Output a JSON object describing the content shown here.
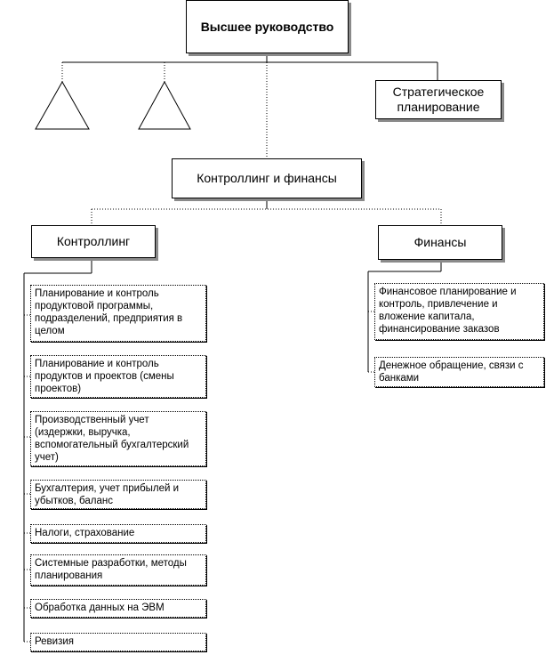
{
  "top": {
    "label": "Высшее руководство"
  },
  "strategic": {
    "label": "Стратегическое планирование"
  },
  "controlling_finance": {
    "label": "Контроллинг и финансы"
  },
  "controlling": {
    "label": "Контроллинг",
    "items": [
      "Планирование и контроль продуктовой программы, подразделений, предприятия в целом",
      "Планирование и контроль продуктов и проектов (смены проектов)",
      "Производственный учет (издержки, выручка, вспомогательный бухгалтерский учет)",
      "Бухгалтерия, учет прибылей и убытков, баланс",
      "Налоги, страхование",
      "Системные разработки, методы планирования",
      "Обработка данных на ЭВМ",
      "Ревизия"
    ]
  },
  "finance": {
    "label": "Финансы",
    "items": [
      "Финансовое планирование и контроль, привлечение и вложение капитала, финансирование заказов",
      "Денежное обращение, связи с банками"
    ]
  }
}
